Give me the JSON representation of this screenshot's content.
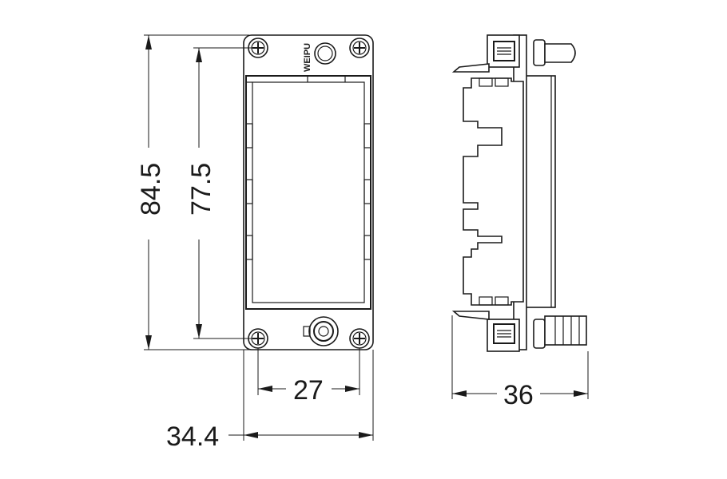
{
  "dimensions": {
    "overall_height": "84.5",
    "inner_height": "77.5",
    "screw_spacing": "27",
    "overall_width": "34.4",
    "depth": "36"
  },
  "brand_mark": "WEIPU",
  "colors": {
    "line": "#1a1a1a",
    "background": "#ffffff"
  },
  "icons": [
    "screw-icon",
    "led-indicator-icon",
    "cable-gland-icon"
  ]
}
